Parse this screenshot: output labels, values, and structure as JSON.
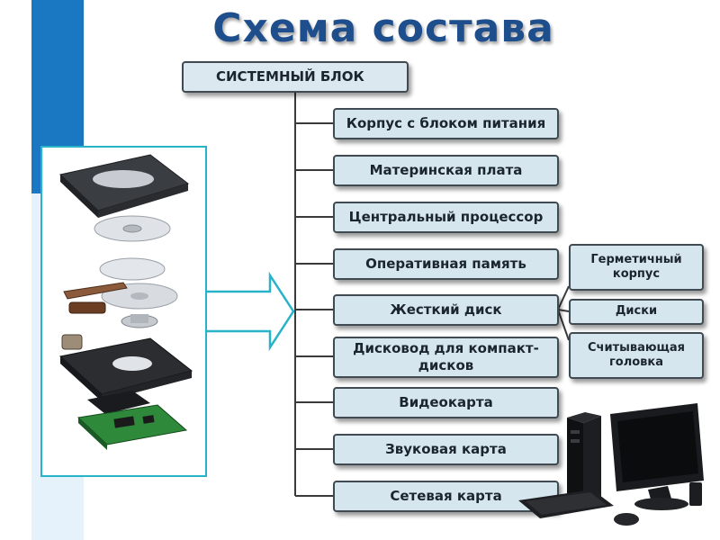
{
  "title": "Схема состава",
  "root": "СИСТЕМНЫЙ БЛОК",
  "components": [
    "Корпус с блоком питания",
    "Материнская плата",
    "Центральный процессор",
    "Оперативная память",
    "Жесткий диск",
    "Дисковод для компакт-дисков",
    "Видеокарта",
    "Звуковая карта",
    "Сетевая карта"
  ],
  "hdd_parts": [
    "Герметичный корпус",
    "Диски",
    "Считывающая головка"
  ],
  "colors": {
    "accent": "#1a78c2",
    "box": "#d6e6ee",
    "title": "#1f4e8c",
    "arrow": "#27b3c8"
  }
}
